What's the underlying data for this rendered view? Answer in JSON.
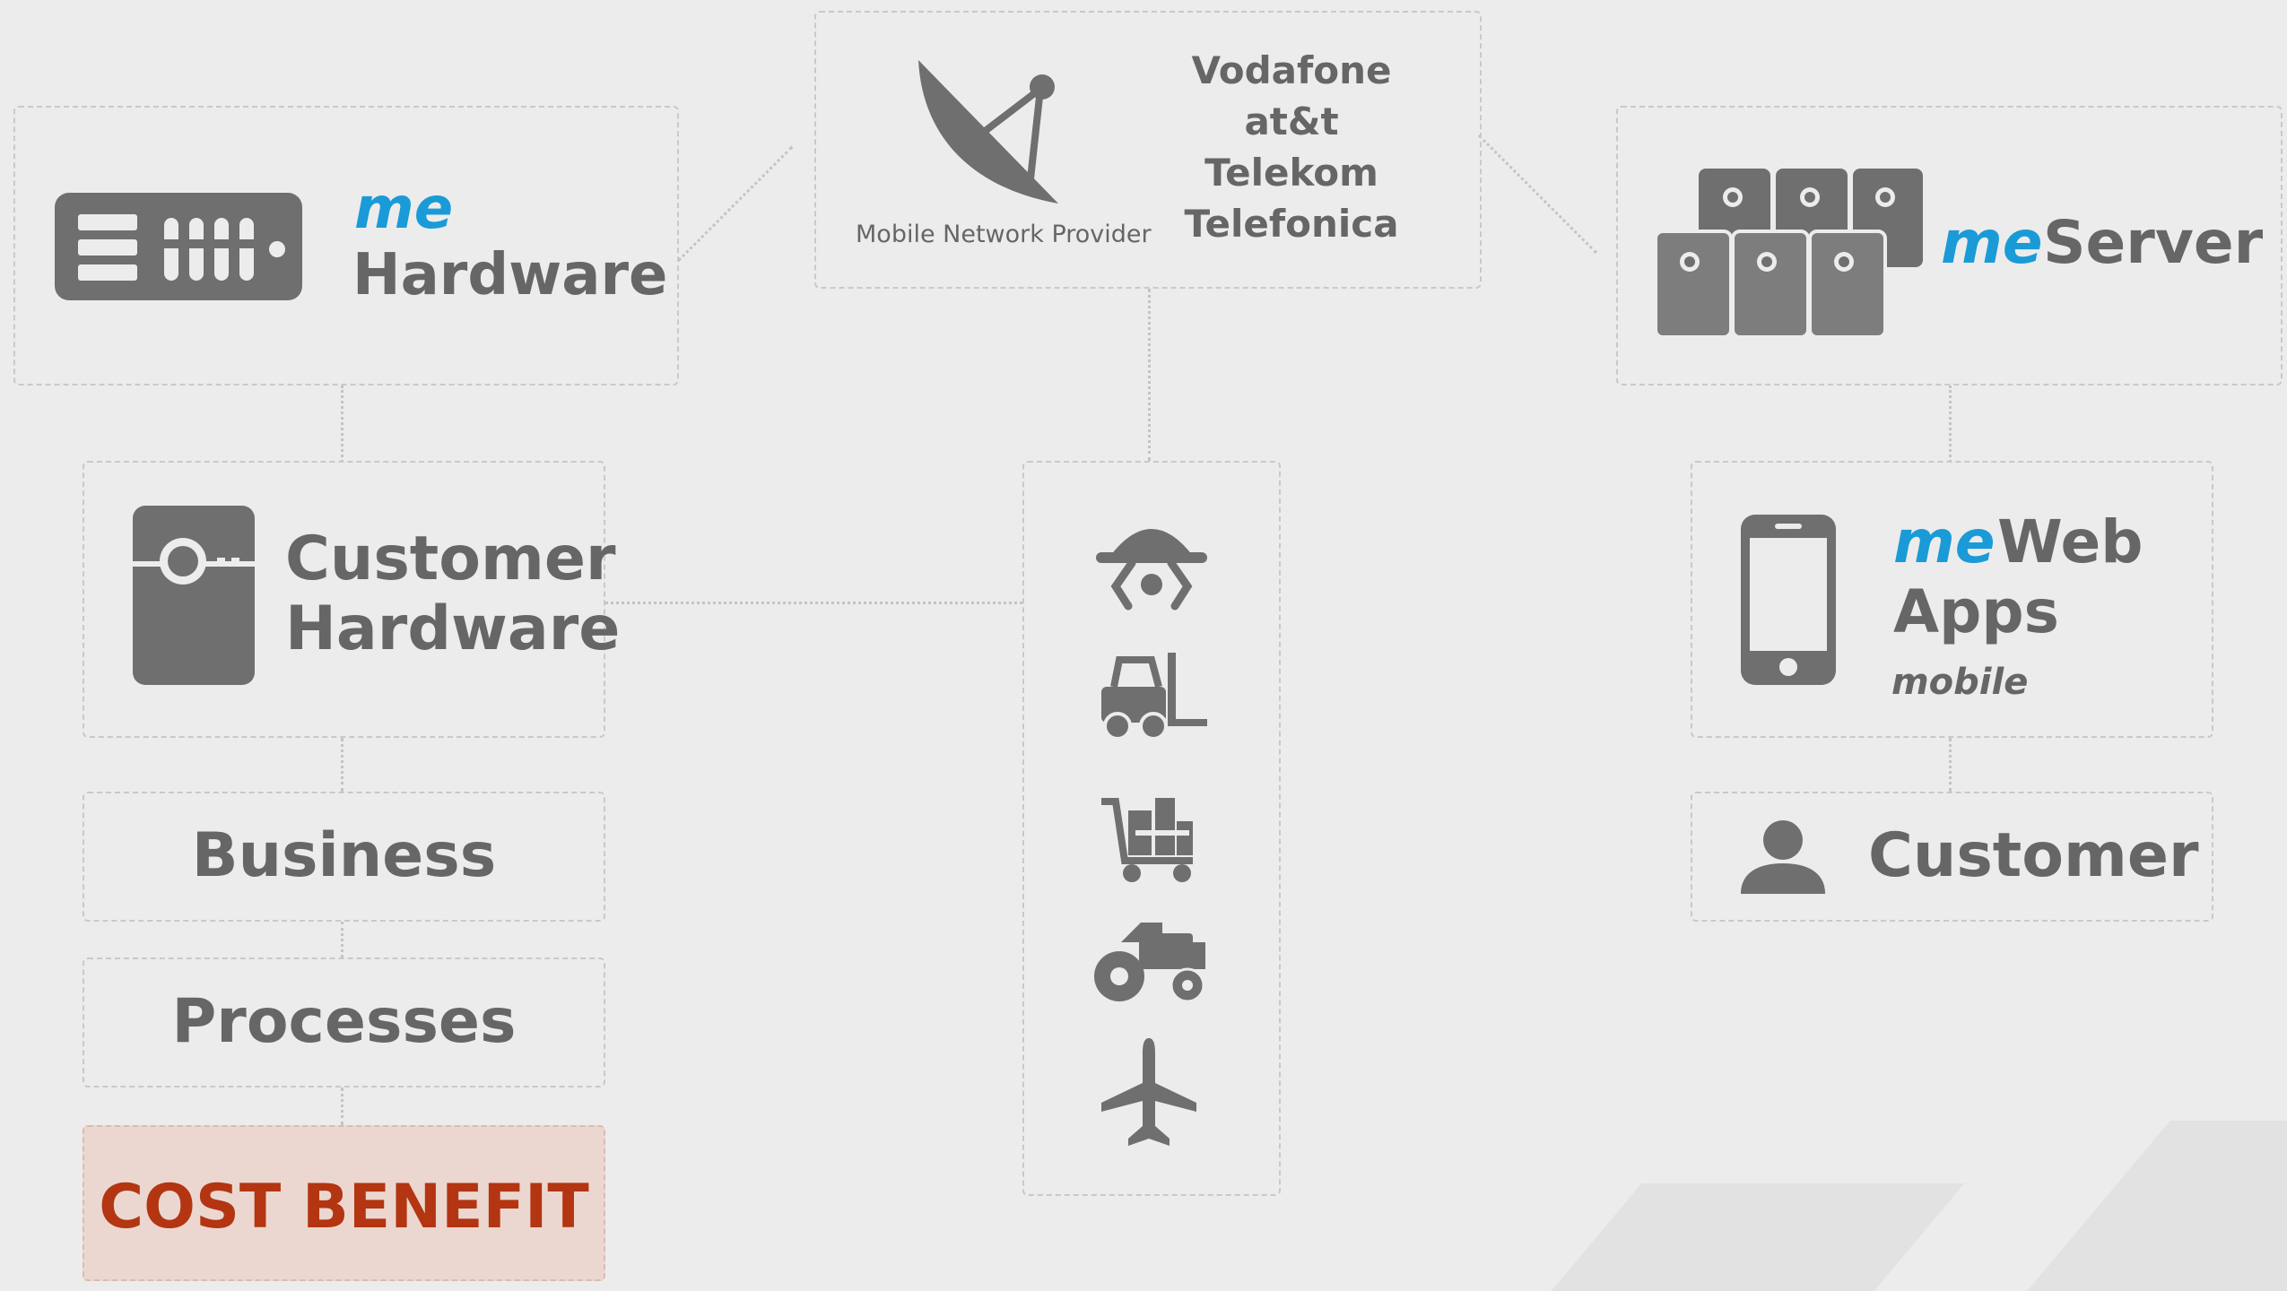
{
  "colors": {
    "accent": "#1a9bd7",
    "icon": "#6f6f6f",
    "cost_bg": "#ecd7d0",
    "cost_text": "#b33512"
  },
  "me_hardware": {
    "me": "me",
    "label": "Hardware",
    "icon": "router-icon"
  },
  "provider": {
    "label": "Mobile Network Provider",
    "icon": "satellite-dish-icon",
    "carriers": [
      "Vodafone",
      "at&t",
      "Telekom",
      "Telefonica"
    ]
  },
  "me_server": {
    "me": "me",
    "label": "Server",
    "icon": "server-rack-icon"
  },
  "customer_hardware": {
    "line1": "Customer",
    "line2": "Hardware",
    "icon": "device-icon"
  },
  "business": {
    "label": "Business"
  },
  "processes": {
    "label": "Processes"
  },
  "cost_benefit": {
    "label": "COST BENEFIT"
  },
  "vehicles": {
    "icons": [
      "drone-icon",
      "forklift-icon",
      "cart-icon",
      "tractor-icon",
      "airplane-icon"
    ]
  },
  "me_web_apps": {
    "me": "me",
    "line1": "Web",
    "line2": "Apps",
    "sub": "mobile",
    "icon": "smartphone-icon"
  },
  "customer": {
    "label": "Customer",
    "icon": "person-icon"
  }
}
